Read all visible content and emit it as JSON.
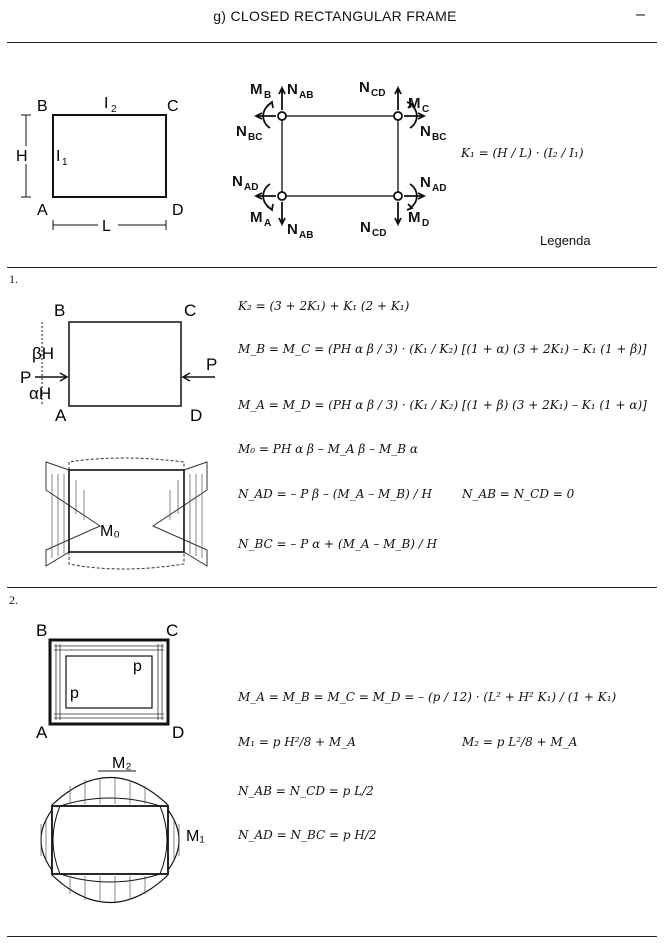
{
  "header": {
    "title": "g)   CLOSED RECTANGULAR FRAME",
    "mark": "–"
  },
  "legend_section": {
    "frame_labels": {
      "B": "B",
      "C": "C",
      "A": "A",
      "D": "D",
      "I2": "I",
      "I2_sub": "2",
      "I1": "I",
      "I1_sub": "1",
      "H": "H",
      "L": "L"
    },
    "force_labels": {
      "MB": "M",
      "MB_sub": "B",
      "NAB_top": "N",
      "NAB_top_sub": "AB",
      "NCD_top": "N",
      "NCD_top_sub": "CD",
      "MC": "M",
      "MC_sub": "C",
      "NBC_left": "N",
      "NBC_left_sub": "BC",
      "NBC_right": "N",
      "NBC_right_sub": "BC",
      "NAD_left": "N",
      "NAD_left_sub": "AD",
      "NAD_right": "N",
      "NAD_right_sub": "AD",
      "MA": "M",
      "MA_sub": "A",
      "NAB_bot": "N",
      "NAB_bot_sub": "AB",
      "NCD_bot": "N",
      "NCD_bot_sub": "CD",
      "MD": "M",
      "MD_sub": "D"
    },
    "k1_formula": "K₁ = (H / L) · (I₂ / I₁)",
    "legend_label": "Legenda"
  },
  "case1": {
    "number": "1.",
    "labels": {
      "B": "B",
      "C": "C",
      "A": "A",
      "D": "D",
      "P_left": "P",
      "P_right": "P",
      "betaH": "βH",
      "alphaH": "αH",
      "M0": "M₀"
    },
    "equations": {
      "k2": "K₂ = (3 + 2K₁) + K₁ (2 + K₁)",
      "mb_mc": "M_B = M_C = (PH α β / 3) · (K₁ / K₂) [(1 + α) (3 + 2K₁) – K₁ (1 + β)]",
      "ma_md": "M_A = M_D = (PH α β / 3) · (K₁ / K₂) [(1 + β) (3 + 2K₁) – K₁ (1 + α)]",
      "m0": "M₀ = PH α β – M_A β – M_B α",
      "nad": "N_AD = – P β – (M_A – M_B) / H",
      "nab": "N_AB = N_CD = 0",
      "nbc": "N_BC = – P α + (M_A – M_B) / H"
    }
  },
  "case2": {
    "number": "2.",
    "labels": {
      "B": "B",
      "C": "C",
      "A": "A",
      "D": "D",
      "p_right": "p",
      "p_left": "p",
      "M2": "M₂",
      "M1": "M₁"
    },
    "equations": {
      "corners": "M_A = M_B = M_C = M_D = – (p / 12) · (L² + H² K₁) / (1 + K₁)",
      "m1": "M₁ = p H²/8 + M_A",
      "m2": "M₂ = p L²/8 + M_A",
      "nab": "N_AB = N_CD = p L/2",
      "nad": "N_AD = N_BC = p H/2"
    }
  }
}
